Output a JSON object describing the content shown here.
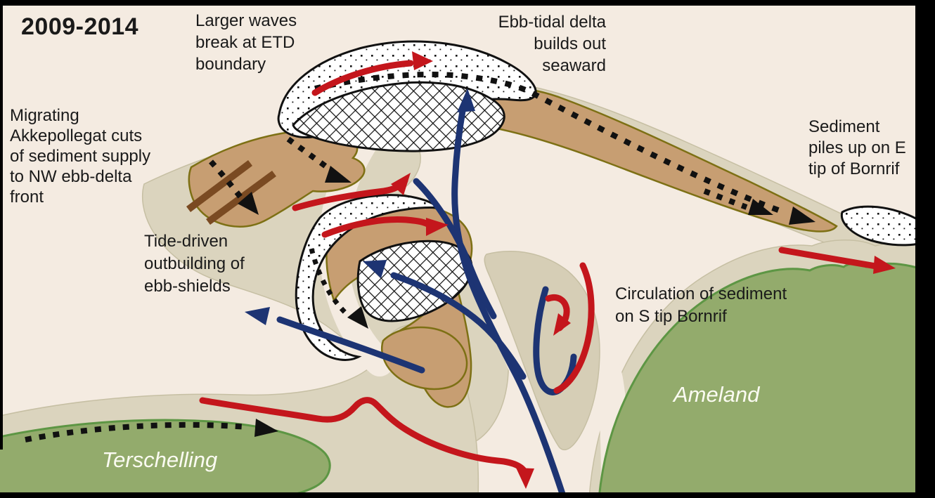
{
  "title": "2009-2014",
  "annotations": {
    "larger_waves": "Larger waves\nbreak at ETD\nboundary",
    "ebb_tidal": "Ebb-tidal delta\nbuilds out\nseaward",
    "migrating": "Migrating\nAkkepollegat cuts\nof sediment supply\nto NW ebb-delta\nfront",
    "sediment_piles": "Sediment\npiles up on E\ntip of Bornrif",
    "tide_driven": "Tide-driven\noutbuilding of\nebb-shields",
    "circulation": "Circulation of sediment\non S tip Bornrif"
  },
  "islands": {
    "terschelling": "Terschelling",
    "ameland": "Ameland"
  },
  "colors": {
    "background": "#f4ebe1",
    "sand_platform": "#dbd4be",
    "sand_bar": "#c79e72",
    "sand_bar_outline": "#7d7014",
    "island_green": "#93ab6c",
    "island_border": "#5d9644",
    "arrow_red": "#c4161c",
    "arrow_blue": "#1d3473",
    "dotted_black": "#111111",
    "bar_brown": "#7a4a22",
    "text_black": "#1a1a1a",
    "frame_black": "#000000"
  }
}
